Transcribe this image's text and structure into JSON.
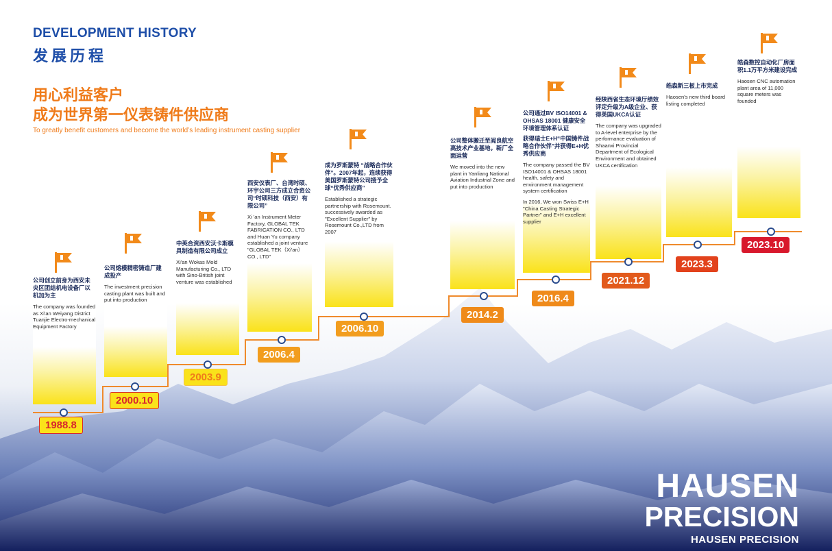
{
  "header": {
    "title_en": "DEVELOPMENT HISTORY",
    "title_zh": "发展历程"
  },
  "slogan": {
    "line1": "用心利益客户",
    "line2": "成为世界第一仪表铸件供应商",
    "en": "To greatly benefit customers and become the world’s leading instrument casting supplier"
  },
  "colors": {
    "accent_blue": "#1e4ea8",
    "orange": "#ef7b1a",
    "yellow": "#fae21a",
    "red": "#d8282c",
    "timeline": "#ef8a2c"
  },
  "milestones": [
    {
      "year": "1988.8",
      "zh": "公司创立前身为西安未央区团结机电设备厂以机加为主",
      "en": "The company was founded as Xi'an Weiyang District Tuanjie Electro-mechanical Equipment Factory"
    },
    {
      "year": "2000.10",
      "zh": "公司熔模精密铸造厂建成投产",
      "en": "The investment precision casting plant was built and put into production"
    },
    {
      "year": "2003.9",
      "zh": "中英合资西安沃卡斯模具制造有限公司成立",
      "en": "Xi'an Wokas Mold Manufacturing Co., LTD with Sino-British joint venture was established"
    },
    {
      "year": "2006.4",
      "zh": "西安仪表厂、台湾时硕、环宇公司三方成立合资公司“时硕科技（西安）有限公司”",
      "en": "Xi 'an Instrument Meter Factory, GLOBAL TEK FABRICATION CO., LTD and Huan Yu company established a joint venture \"GLOBAL TEK（Xi'an）CO., LTD\""
    },
    {
      "year": "2006.10",
      "zh": "成为罗斯蒙特 “战略合作伙伴”。2007年起，连续获得美国罗斯蒙特公司授予全球“优秀供应商”",
      "en": "Established a strategic partnership with Rosemount. successively awarded as \"Excellent Supplier\" by Rosemount Co.,LTD from 2007"
    },
    {
      "year": "2014.2",
      "zh": "公司整体搬迁至阎良航空高技术产业基地，新厂全面运营",
      "en": "We moved into the new plant in Yanliang National Aviation Industrial Zone and put into production"
    },
    {
      "year": "2016.4",
      "zh": "公司通过BV ISO14001 & OHSAS 18001 健康安全环境管理体系认证",
      "zh2": "获得瑞士E+H“中国铸件战略合作伙伴”并获得E+H优秀供应商",
      "en": "The company passed the BV ISO14001 & OHSAS 18001 health, safety and environment management system certification",
      "en2": "In 2016, We won Swiss E+H \"China Casting Strategic Partner\" and E+H excellent supplier"
    },
    {
      "year": "2021.12",
      "zh": "经陕西省生态环境厅绩效评定升级为A级企业、获得英国UKCA认证",
      "en": "The company was upgraded to A-level enterprise by the performance evaluation of Shaanxi Provincial Department of Ecological Environment and obtained UKCA certification"
    },
    {
      "year": "2023.3",
      "zh": "皓森新三板上市完成",
      "en": "Haosen’s new third board listing completed"
    },
    {
      "year": "2023.10",
      "zh": "皓森数控自动化厂房面积1.1万平方米建设完成",
      "en": "Haosen CNC automation plant area of 11,000 square meters was founded"
    }
  ],
  "brand": {
    "line1": "HAUSEN",
    "line2": "PRECISION",
    "line3": "HAUSEN PRECISION"
  }
}
